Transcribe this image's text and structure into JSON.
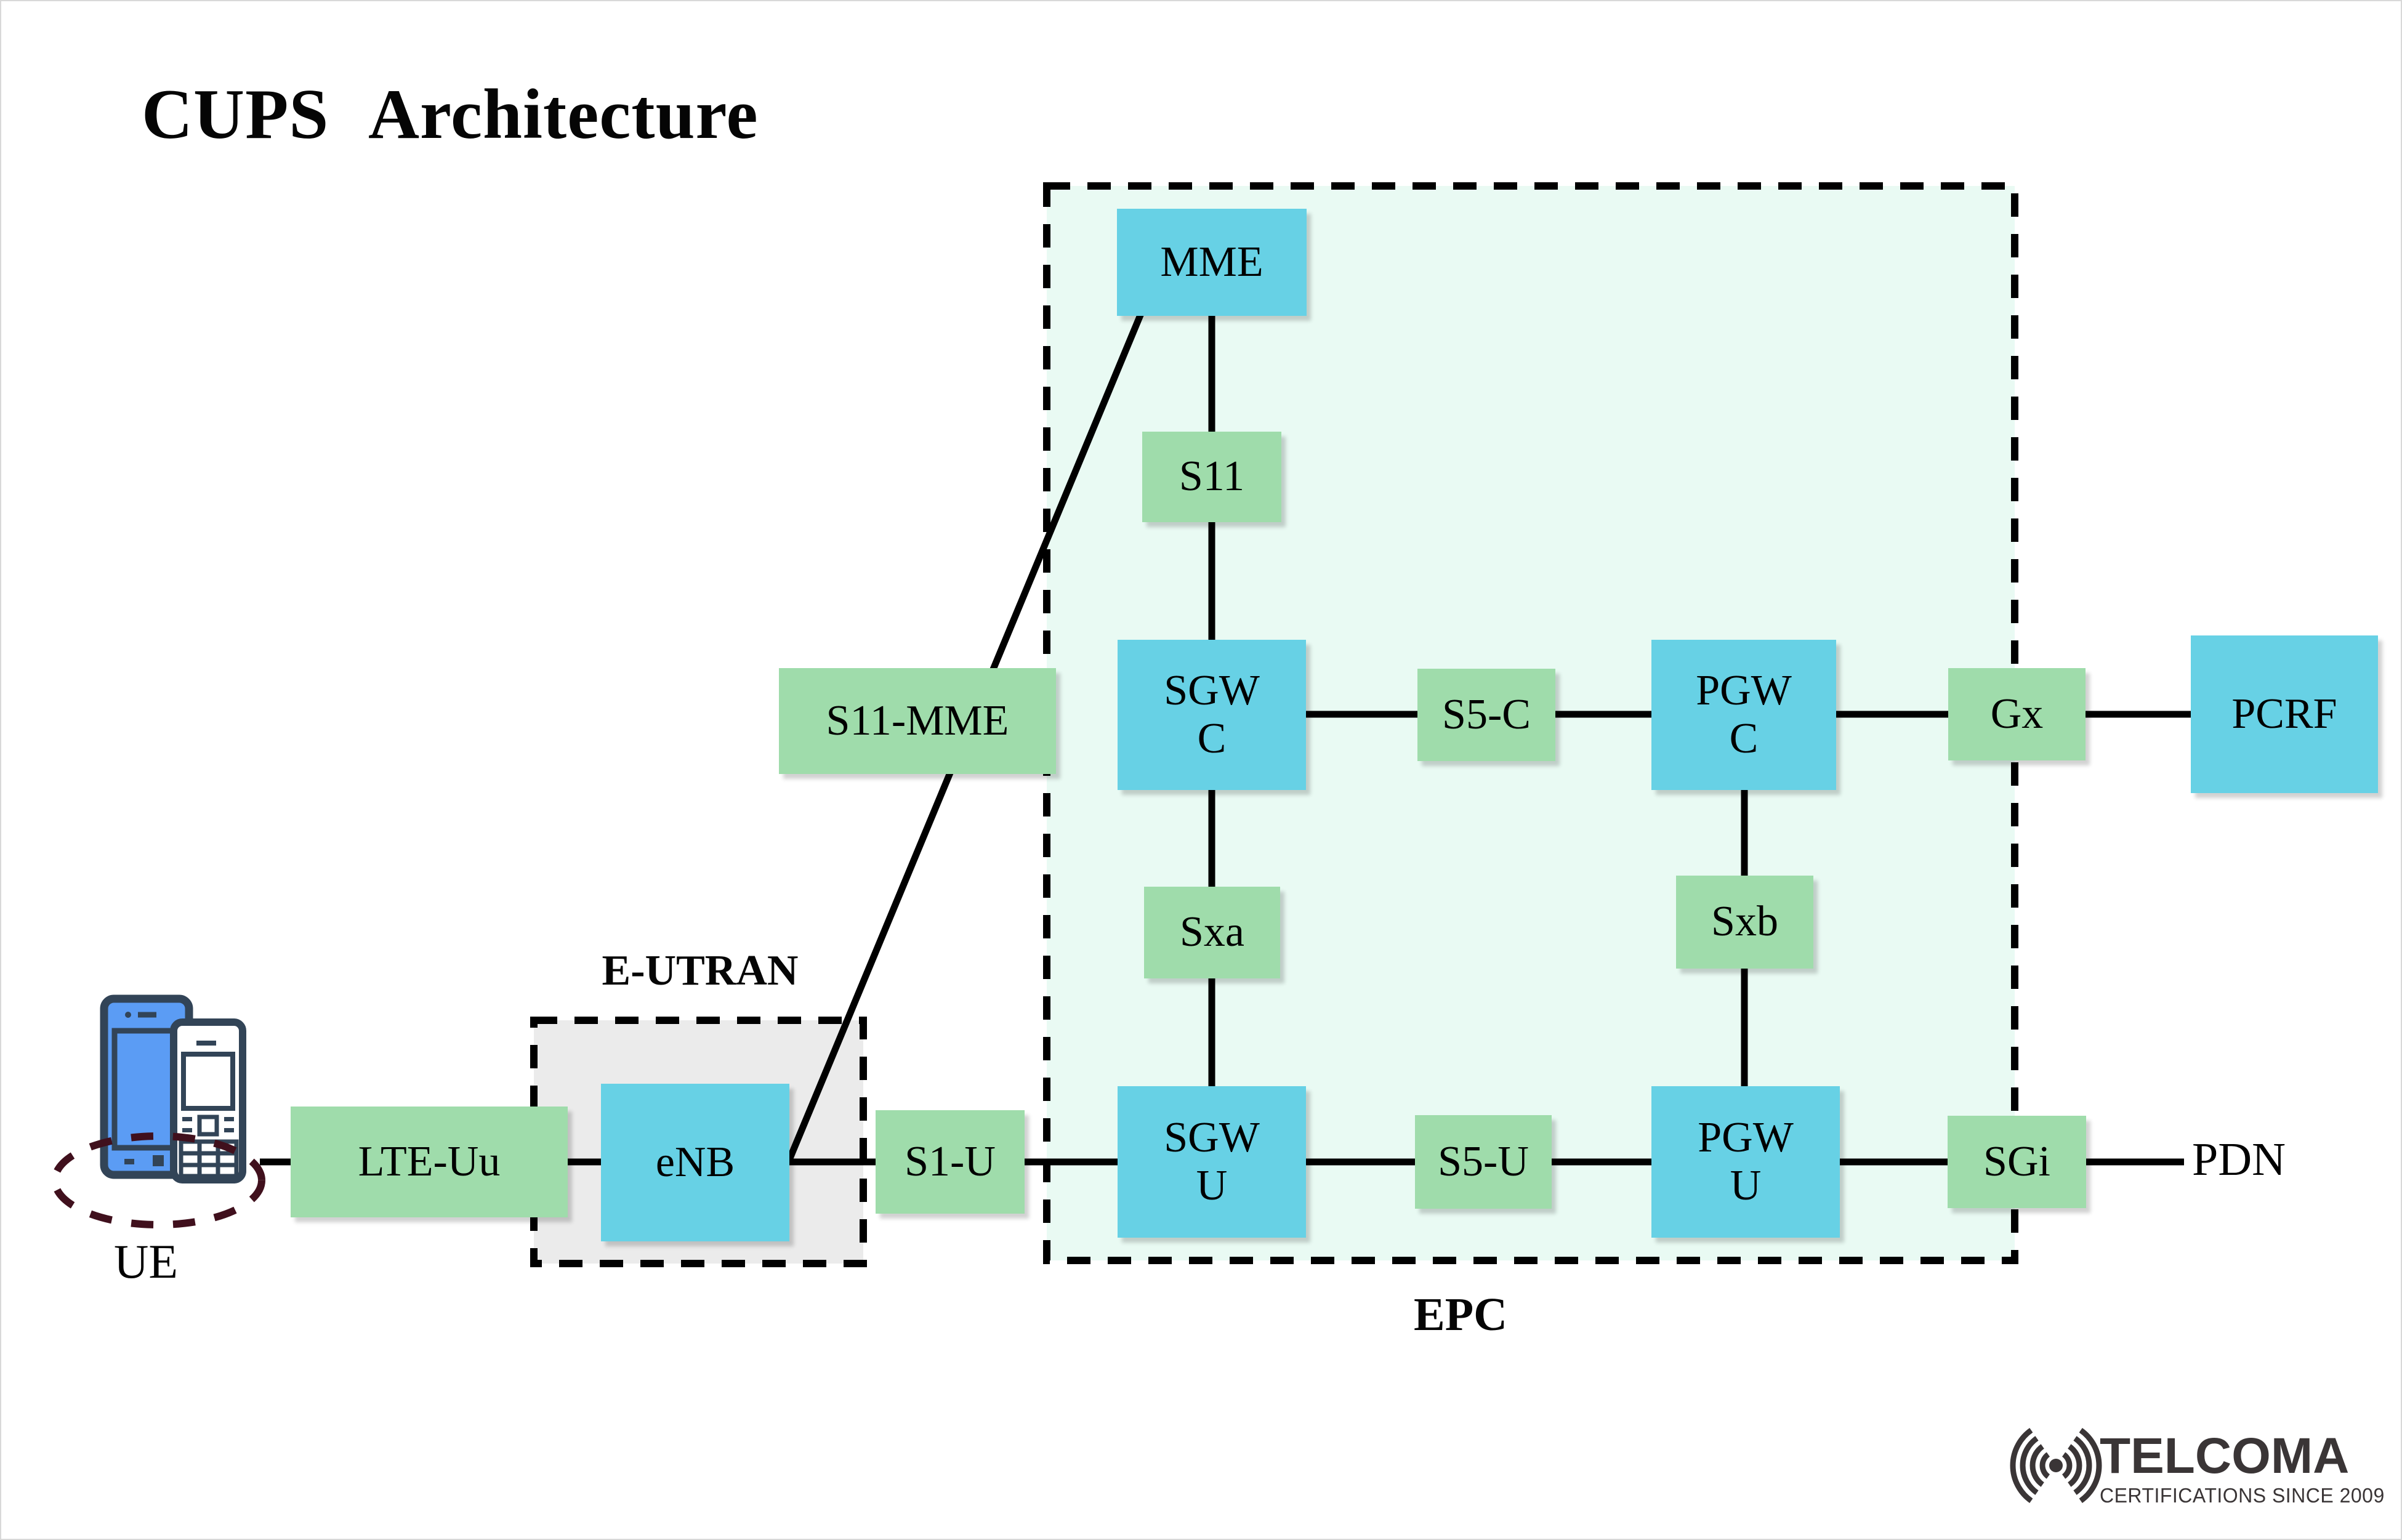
{
  "title": "CUPS Architecture",
  "labels": {
    "eutran": "E-UTRAN",
    "epc": "EPC",
    "ue": "UE",
    "pdn": "PDN"
  },
  "nodes": {
    "mme": {
      "label": "MME"
    },
    "sgw_c": {
      "line1": "SGW",
      "line2": "C"
    },
    "pgw_c": {
      "line1": "PGW",
      "line2": "C"
    },
    "pcrf": {
      "label": "PCRF"
    },
    "enb": {
      "label": "eNB"
    },
    "sgw_u": {
      "line1": "SGW",
      "line2": "U"
    },
    "pgw_u": {
      "line1": "PGW",
      "line2": "U"
    }
  },
  "interfaces": {
    "s11": "S11",
    "s11_mme": "S11-MME",
    "s5_c": "S5-C",
    "gx": "Gx",
    "sxa": "Sxa",
    "sxb": "Sxb",
    "lte_uu": "LTE-Uu",
    "s1_u": "S1-U",
    "s5_u": "S5-U",
    "sgi": "SGi"
  },
  "logo": {
    "name": "TELCOMA",
    "tagline": "CERTIFICATIONS SINCE 2009"
  },
  "colors": {
    "node_blue": "#67d1e5",
    "interface_green": "#9fdcab",
    "epc_fill": "#e9faf3",
    "eutran_fill": "#ebebeb",
    "line_black": "#000000",
    "ue_ellipse_maroon": "#40101d",
    "logo_gray": "#3a3536",
    "phone_blue": "#5b9cf4",
    "phone_outline": "#324457"
  }
}
